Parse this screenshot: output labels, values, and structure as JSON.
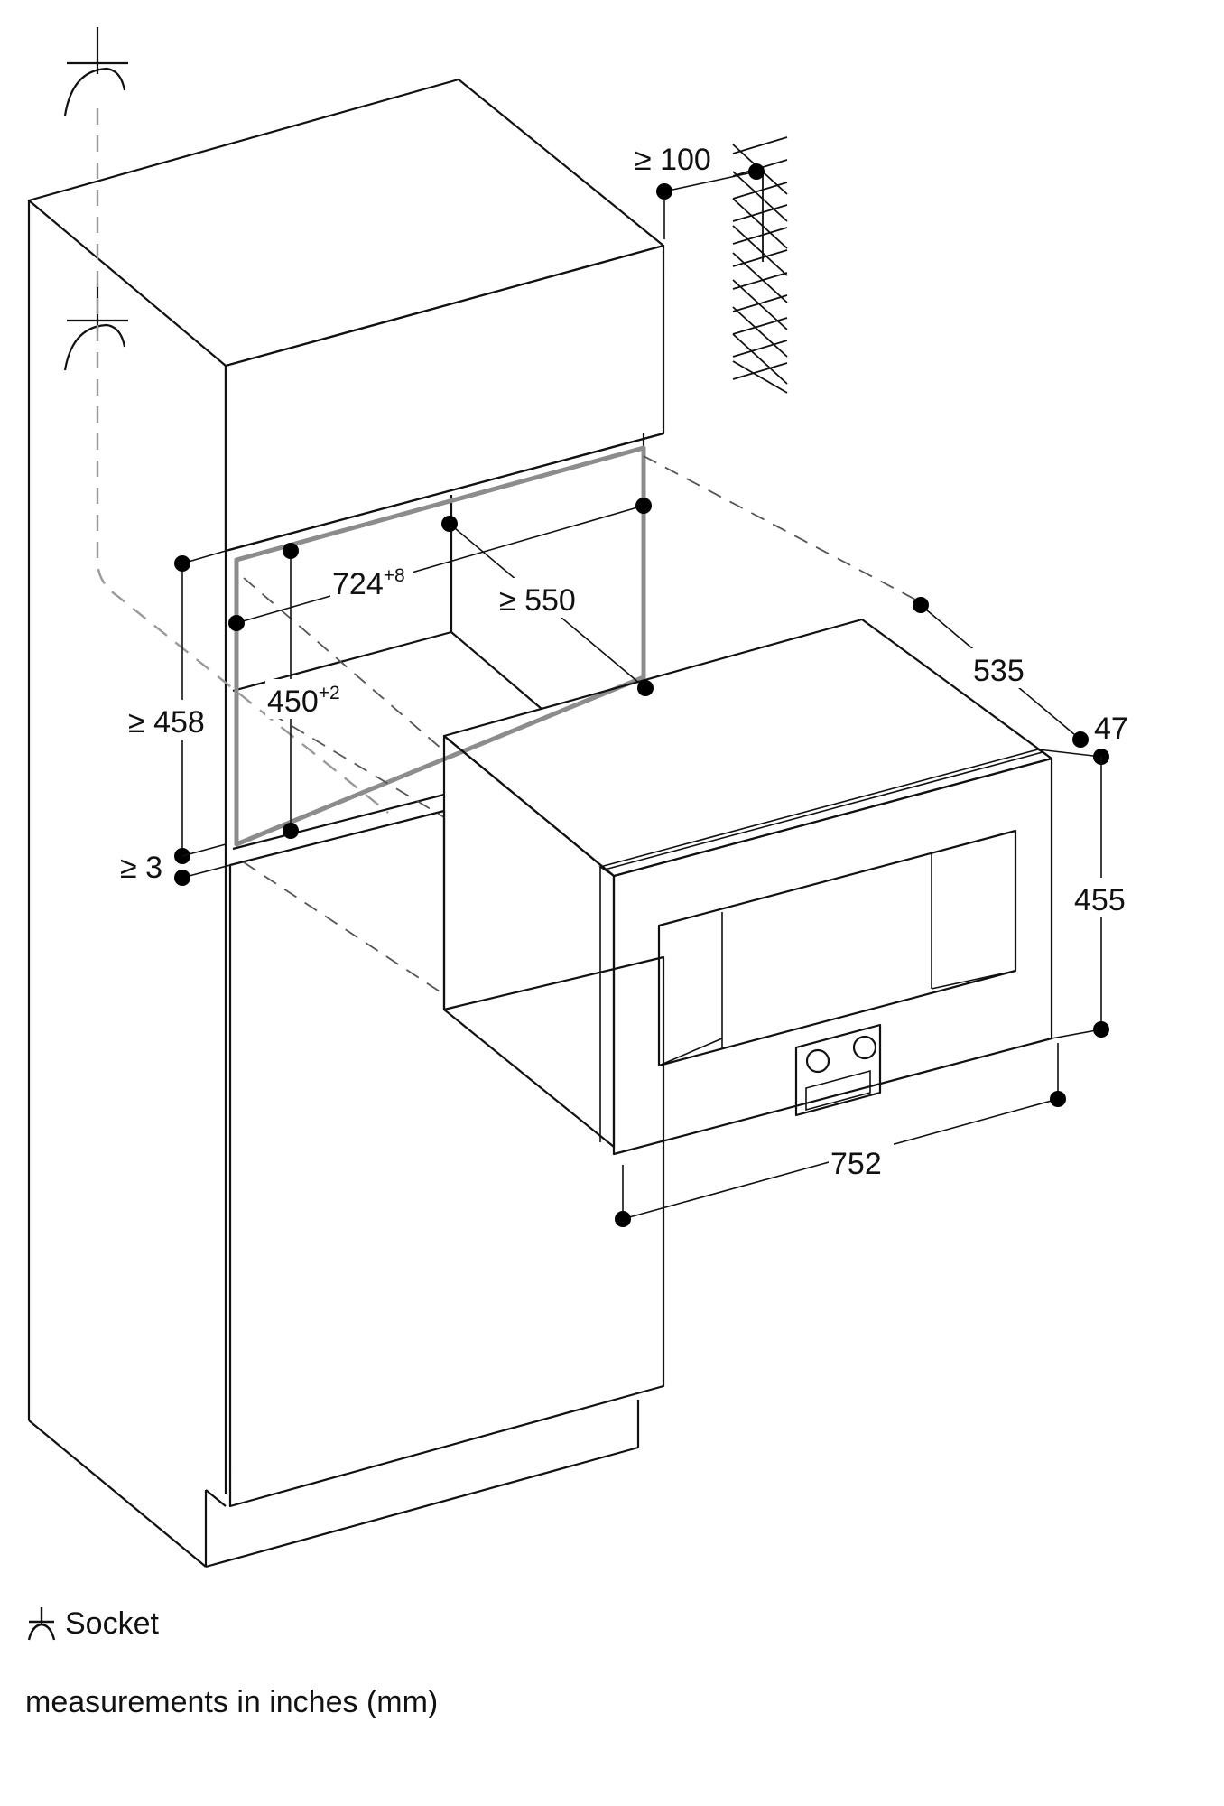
{
  "dimensions": {
    "clearance_top": "≥ 100",
    "opening_width": "724",
    "opening_width_tol": "+8",
    "depth_min": "≥ 550",
    "opening_height": "450",
    "opening_height_tol": "+2",
    "niche_height": "≥ 458",
    "gap_bottom": "≥ 3",
    "unit_depth": "535",
    "front_depth": "47",
    "unit_height": "455",
    "unit_width": "752"
  },
  "legend": {
    "socket_label": "Socket",
    "units_note": "measurements in inches (mm)"
  },
  "icons": [
    "socket-icon"
  ],
  "colors": {
    "ink": "#111111",
    "frame": "#8c8c8c",
    "background": "#ffffff"
  }
}
